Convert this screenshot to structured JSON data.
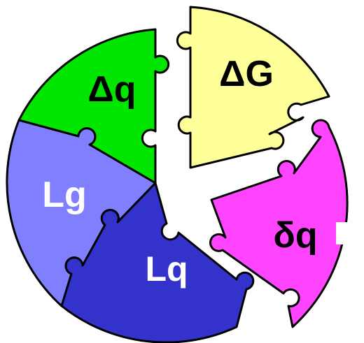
{
  "pieces": [
    {
      "id": "delta-q",
      "label": "Δq",
      "fill": "#00e600",
      "text_color": "#000000"
    },
    {
      "id": "delta-g",
      "label": "ΔG",
      "fill": "#ffff99",
      "text_color": "#000000"
    },
    {
      "id": "small-delta-q",
      "label": "δq",
      "fill": "#ff44ff",
      "text_color": "#000000"
    },
    {
      "id": "lg",
      "label": "Lg",
      "fill": "#8080ff",
      "text_color": "#ffffff"
    },
    {
      "id": "lq",
      "label": "Lq",
      "fill": "#3333cc",
      "text_color": "#ffffff"
    }
  ]
}
